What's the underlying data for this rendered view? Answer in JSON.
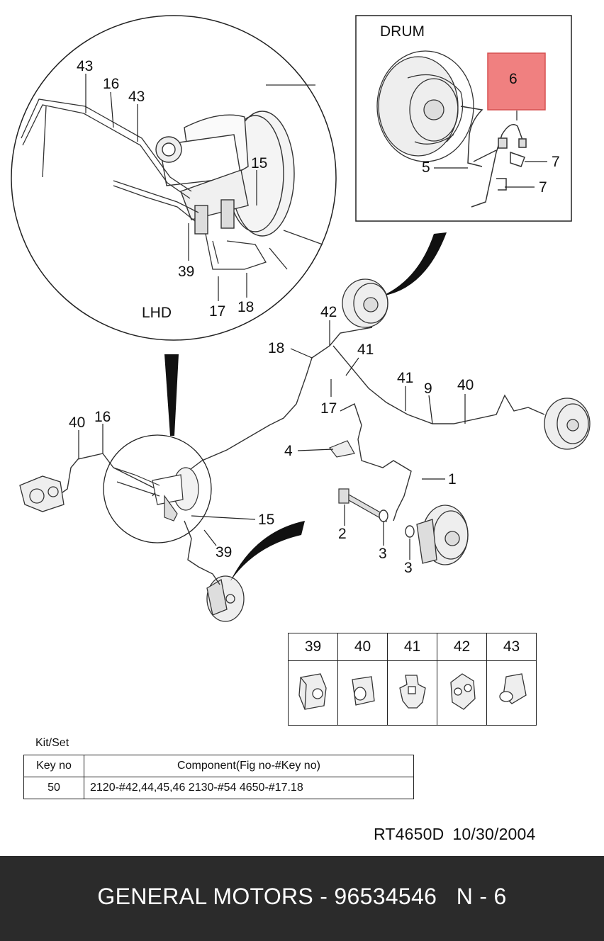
{
  "inset": {
    "title": "DRUM",
    "highlight_key": "6",
    "labels": [
      "5",
      "7",
      "7"
    ]
  },
  "circle_detail": {
    "side": "LHD",
    "labels": [
      "43",
      "16",
      "43",
      "15",
      "39",
      "17",
      "18"
    ]
  },
  "main_labels": [
    "42",
    "18",
    "41",
    "41",
    "9",
    "40",
    "17",
    "4",
    "1",
    "40",
    "16",
    "15",
    "39",
    "2",
    "3",
    "3"
  ],
  "clip_table": {
    "headers": [
      "39",
      "40",
      "41",
      "42",
      "43"
    ]
  },
  "kit": {
    "title": "Kit/Set",
    "col_key": "Key no",
    "col_component": "Component(Fig no-#Key no)",
    "rows": [
      {
        "key": "50",
        "component": "2120-#42,44,45,46  2130-#54  4650-#17.18"
      }
    ]
  },
  "ref": {
    "code": "RT4650D",
    "date": "10/30/2004"
  },
  "footer": {
    "brand": "GENERAL MOTORS",
    "sep1": " - ",
    "part_number": "96534546",
    "page_code": "N - 6"
  },
  "colors": {
    "highlight": "#f08080",
    "highlight_border": "#d65050",
    "footer_bg": "#2b2b2b"
  }
}
